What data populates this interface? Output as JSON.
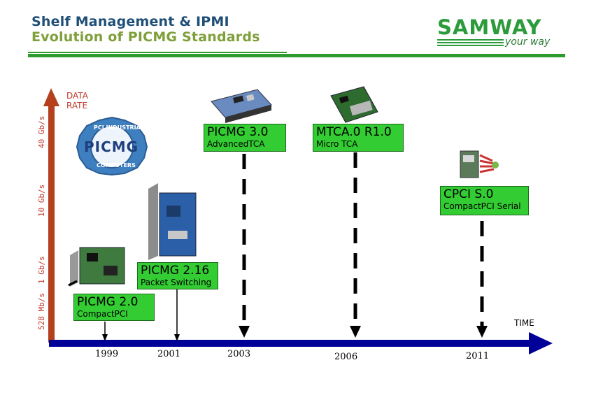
{
  "header": {
    "title_line1": "Shelf Management & IPMI",
    "title_line2": "Evolution of PICMG Standards",
    "logo_main": "SAMWAY",
    "logo_sub": "your way"
  },
  "axis": {
    "y_title": "DATA RATE",
    "x_title": "TIME",
    "y_ticks": [
      "528 Mb/s",
      "1 Gb/s",
      "10 Gb/s",
      "40 Gb/s"
    ]
  },
  "badge": {
    "text_top": "PCI INDUSTRIAL",
    "text_mid": "PICMG",
    "text_bottom": "COMPUTERS"
  },
  "standards": [
    {
      "name": "PICMG 2.0",
      "sub": "CompactPCI"
    },
    {
      "name": "PICMG 2.16",
      "sub": "Packet Switching"
    },
    {
      "name": "PICMG 3.0",
      "sub": "AdvancedTCA"
    },
    {
      "name": "MTCA.0 R1.0",
      "sub": "Micro TCA"
    },
    {
      "name": "CPCI S.0",
      "sub": "CompactPCI Serial"
    }
  ],
  "years": [
    "1999",
    "2001",
    "2003",
    "2006",
    "2011"
  ],
  "colors": {
    "box_green": "#33cc33",
    "timeline_blue": "#000099",
    "axis_red": "#b5401e",
    "title_blue": "#1f4f77",
    "title_green": "#7f9f3a",
    "rule_green": "#2e9b2e"
  }
}
